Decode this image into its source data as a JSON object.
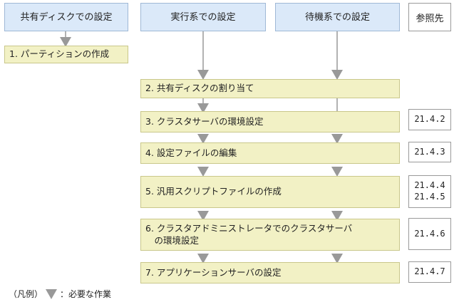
{
  "headers": {
    "shared_disk": "共有ディスクでの設定",
    "active": "実行系での設定",
    "standby": "待機系での設定",
    "reference": "参照先"
  },
  "steps": [
    {
      "id": "1",
      "label": "1. パーティションの作成"
    },
    {
      "id": "2",
      "label": "2. 共有ディスクの割り当て"
    },
    {
      "id": "3",
      "label": "3. クラスタサーバの環境設定"
    },
    {
      "id": "4",
      "label": "4. 設定ファイルの編集"
    },
    {
      "id": "5",
      "label": "5. 汎用スクリプトファイルの作成"
    },
    {
      "id": "6",
      "label": "6. クラスタアドミニストレータでのクラスタサーバ\n　の環境設定"
    },
    {
      "id": "7",
      "label": "7. アプリケーションサーバの設定"
    }
  ],
  "references": {
    "step3": "21.4.2",
    "step4": "21.4.3",
    "step5a": "21.4.4",
    "step5b": "21.4.5",
    "step6": "21.4.6",
    "step7": "21.4.7"
  },
  "legend": {
    "prefix": "（凡例）",
    "text": "：必要な作業"
  },
  "colors": {
    "header_fill": "#dbe9f9",
    "step_fill": "#f2f1c5",
    "arrow": "#999999"
  }
}
